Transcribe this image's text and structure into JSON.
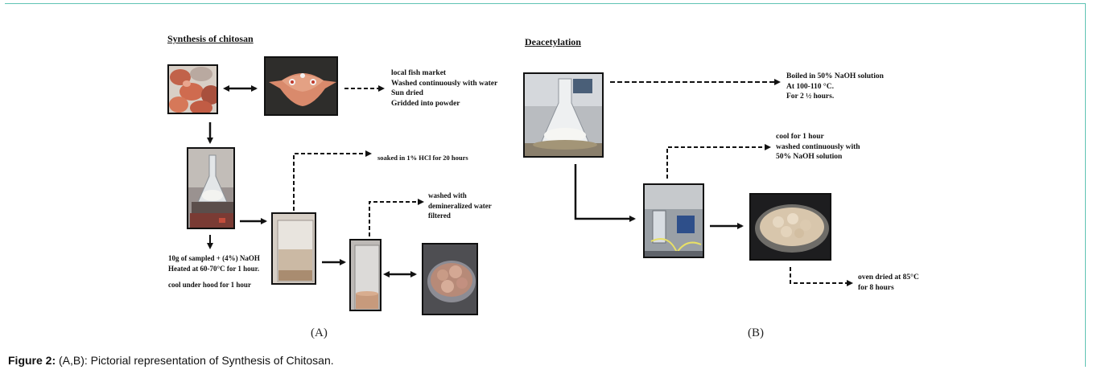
{
  "panel_a": {
    "title": "Synthesis  of chitosan",
    "label": "(A)",
    "step1": [
      "local fish market",
      "Washed continuously with water",
      "Sun dried",
      "Gridded into powder"
    ],
    "step2": "soaked in 1% HCl for 20 hours",
    "step3": [
      "10g of sampled + (4%) NaOH",
      "Heated at 60-70°C for 1 hour.",
      "",
      "cool under hood for 1 hour"
    ],
    "step4": [
      "washed with",
      "demineralized water",
      "filtered"
    ]
  },
  "panel_b": {
    "title": "Deacetylation",
    "label": "(B)",
    "step1": [
      "Boiled in 50% NaOH solution",
      "At 100-110 °C.",
      "For 2 ½ hours."
    ],
    "step2": [
      "cool for 1 hour",
      "washed continuously with",
      "50% NaOH solution"
    ],
    "step3": [
      "oven dried at 85°C",
      "for 8 hours"
    ]
  },
  "caption": {
    "label": "Figure 2:",
    "text": " (A,B): Pictorial representation of Synthesis of Chitosan."
  },
  "colors": {
    "frame": "#5fc3b4",
    "arrow": "#111111"
  }
}
